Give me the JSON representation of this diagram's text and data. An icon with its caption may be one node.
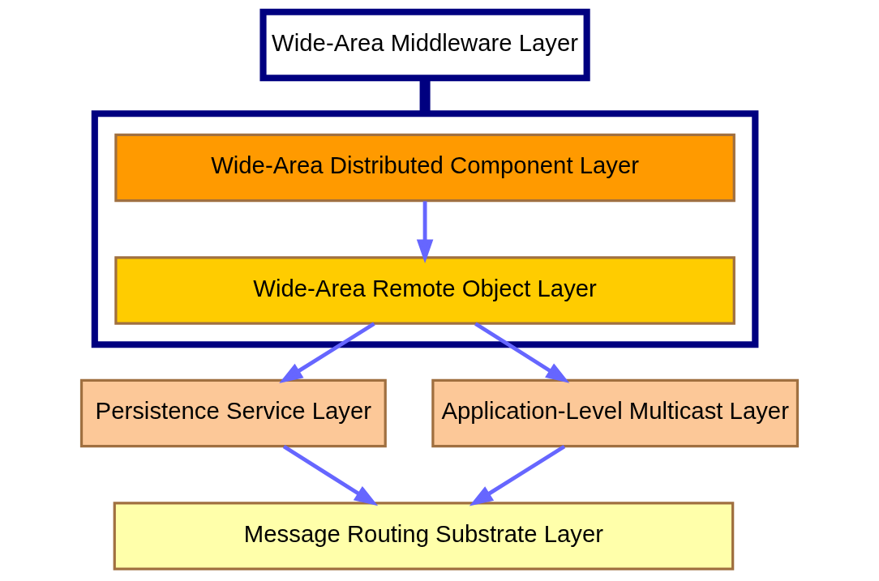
{
  "diagram": {
    "nodes": [
      {
        "text": [
          "Wide-Area Middleware Layer"
        ]
      },
      {
        "text": [],
        "shape": "box"
      },
      {
        "text": [
          "Wide-Area Distributed Component Layer"
        ],
        "in": 1
      },
      {
        "text": [
          "Wide-Area Remote Object Layer"
        ],
        "in": 1
      },
      {
        "text": [
          "Persistence Service Layer"
        ]
      },
      {
        "text": [
          "Application-Level Multicast Layer"
        ]
      },
      {
        "text": [
          "Message Routing Substrate Layer"
        ]
      }
    ],
    "edges": [
      {
        "from": 0,
        "to": 1,
        "arrow": "none",
        "style": "thick",
        "color": "#000080"
      },
      {
        "from": 2,
        "to": 3,
        "arrow": "to"
      },
      {
        "from": 3,
        "to": 4,
        "arrow": "to"
      },
      {
        "from": 3,
        "to": 5,
        "arrow": "to"
      },
      {
        "from": 4,
        "to": 6,
        "arrow": "to"
      },
      {
        "from": 5,
        "to": 6,
        "arrow": "to"
      }
    ]
  }
}
